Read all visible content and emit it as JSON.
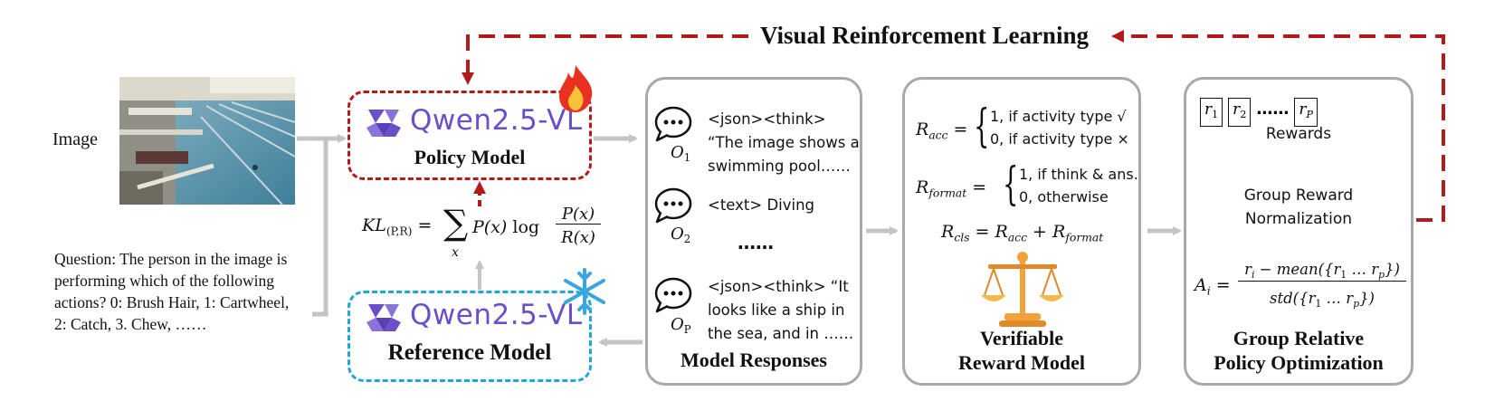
{
  "title": "Visual Reinforcement Learning",
  "input": {
    "image_label": "Image",
    "question": "Question: The person in the image is performing which of the following actions? 0: Brush Hair, 1: Cartwheel, 2: Catch, 3. Chew, ……"
  },
  "policy": {
    "brand": "Qwen2.5-VL",
    "label": "Policy Model",
    "status_icon": "fire-icon"
  },
  "reference": {
    "brand": "Qwen2.5-VL",
    "label": "Reference Model",
    "status_icon": "snowflake-icon"
  },
  "kl": {
    "lhs": "KL",
    "lhs_sub": "(P,R)",
    "sum_var": "x",
    "px": "P(x)",
    "log": "log",
    "num": "P(x)",
    "den": "R(x)"
  },
  "responses": {
    "title": "Model Responses",
    "items": [
      {
        "label": "O",
        "sub": "1",
        "text": "<json><think> “The image shows a swimming pool……"
      },
      {
        "label": "O",
        "sub": "2",
        "text": "<text> Diving"
      },
      {
        "label": "O",
        "sub": "P",
        "text": "<json><think> “It looks like a ship in the sea, and in ……"
      }
    ],
    "ellipsis": "……"
  },
  "reward": {
    "title_line1": "Verifiable",
    "title_line2": "Reward Model",
    "acc": {
      "sym": "R",
      "sub": "acc",
      "case1": "1, if activity type √",
      "case2": "0, if activity type ×"
    },
    "format": {
      "sym": "R",
      "sub": "format",
      "case1": "1, if think & ans.",
      "case2": "0, otherwise"
    },
    "cls": {
      "sym": "R",
      "sub": "cls",
      "t1": "R",
      "t1_sub": "acc",
      "t2": "R",
      "t2_sub": "format"
    },
    "icon": "scales-icon"
  },
  "grpo": {
    "title_line1": "Group Relative",
    "title_line2": "Policy Optimization",
    "rewards": [
      "r1",
      "r2",
      "rP"
    ],
    "reward_subs": [
      "1",
      "2",
      "P"
    ],
    "rewards_dots": "……",
    "rewards_label": "Rewards",
    "norm_line1": "Group Reward",
    "norm_line2": "Normalization",
    "adv_lhs": "A",
    "adv_lhs_sub": "i",
    "adv_num": "r",
    "adv_num_sub": "i",
    "adv_num_rest": " − mean({r",
    "adv_den": "std({r",
    "range_mid": " … r",
    "range_end_sub": "p",
    "range_start_sub": "1",
    "close": "})"
  },
  "colors": {
    "red_dash": "#b31b1b",
    "blue_dash": "#1fa7d6",
    "box_border": "#a9a9a9",
    "arrow_gray": "#c4c4c4",
    "qwen_purple": "#6b4fc9"
  }
}
